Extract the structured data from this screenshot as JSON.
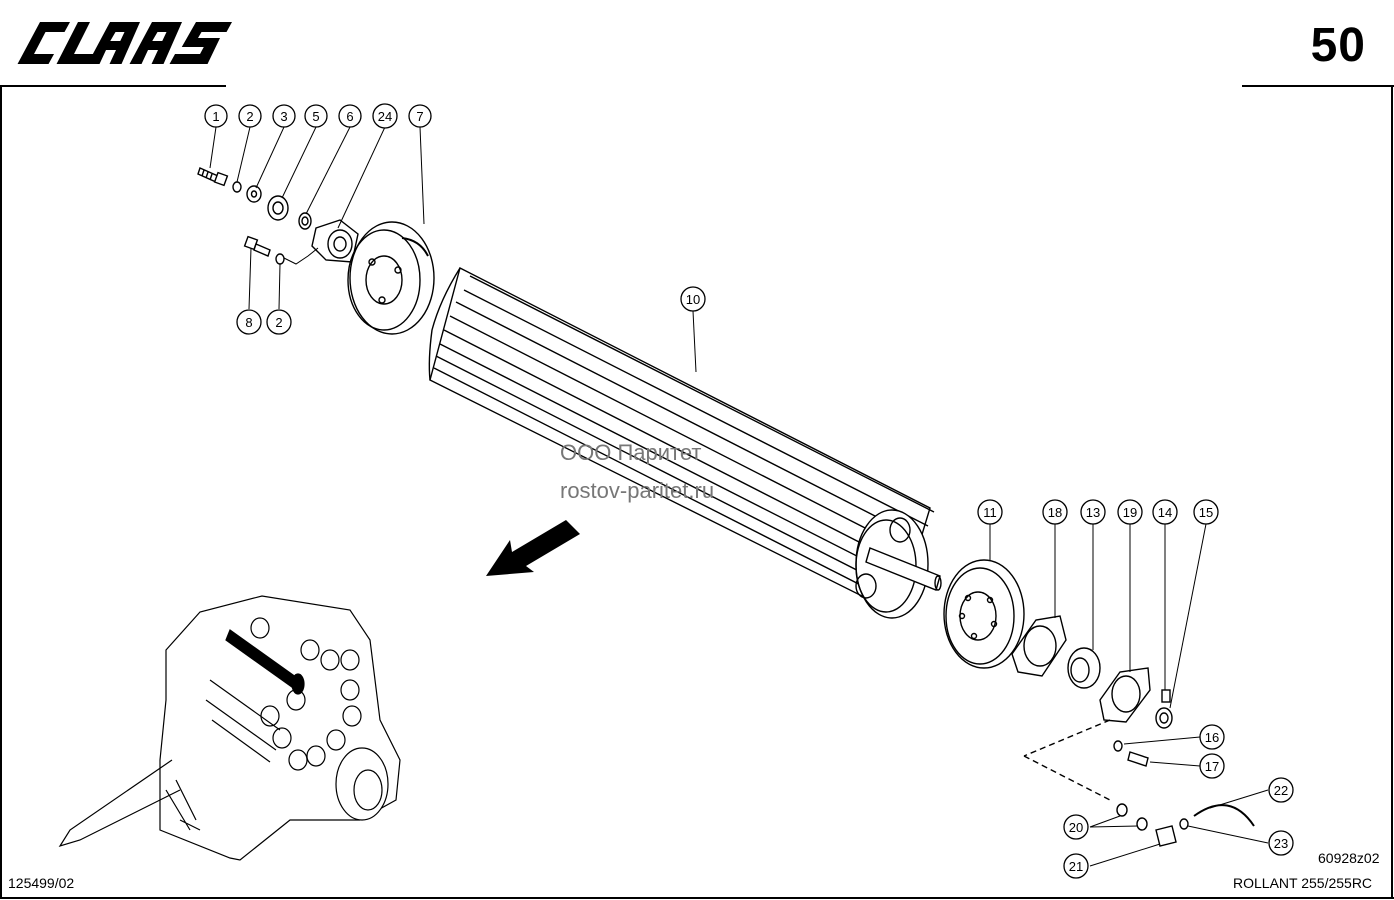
{
  "header": {
    "brand": "CLAAS",
    "page_number": "50"
  },
  "watermark": {
    "line1": "ООО Паритет",
    "line2": "rostov-paritet.ru"
  },
  "footer": {
    "drawing_code": "60928z02",
    "doc_code": "125499/02",
    "model": "ROLLANT 255/255RC"
  },
  "callouts": [
    "1",
    "2",
    "3",
    "5",
    "6",
    "24",
    "7",
    "8",
    "2",
    "10",
    "11",
    "18",
    "13",
    "19",
    "14",
    "15",
    "16",
    "17",
    "20",
    "21",
    "22",
    "23"
  ],
  "colors": {
    "ink": "#000000",
    "watermark": "#777777",
    "paper": "#ffffff"
  }
}
